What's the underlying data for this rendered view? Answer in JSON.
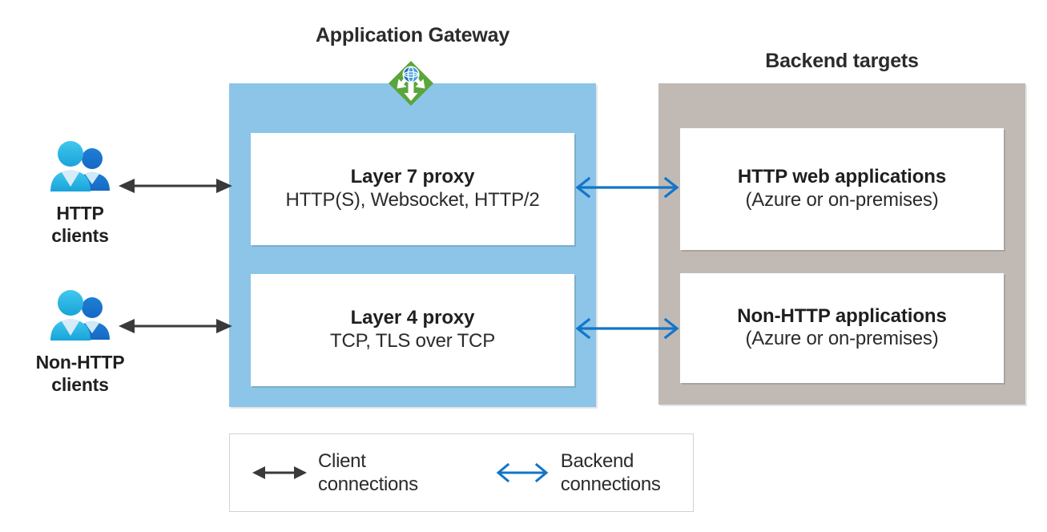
{
  "diagram": {
    "gateway": {
      "title": "Application Gateway",
      "icon": "application-gateway-icon",
      "panel_color": "#8cc5e7",
      "cards": [
        {
          "title": "Layer 7 proxy",
          "subtitle": "HTTP(S), Websocket, HTTP/2"
        },
        {
          "title": "Layer 4 proxy",
          "subtitle": "TCP, TLS over TCP"
        }
      ]
    },
    "backend": {
      "title": "Backend targets",
      "panel_color": "#c1bab4",
      "cards": [
        {
          "title": "HTTP web applications",
          "subtitle": "(Azure or on-premises)"
        },
        {
          "title": "Non-HTTP applications",
          "subtitle": "(Azure or on-premises)"
        }
      ]
    },
    "clients": [
      {
        "icon": "users-icon",
        "label_line1": "HTTP",
        "label_line2": "clients"
      },
      {
        "icon": "users-icon",
        "label_line1": "Non-HTTP",
        "label_line2": "clients"
      }
    ],
    "legend": {
      "entries": [
        {
          "icon": "double-arrow-black-icon",
          "label": "Client\nconnections",
          "color": "#3a3a3a"
        },
        {
          "icon": "double-arrow-blue-icon",
          "label": "Backend\nconnections",
          "color": "#1275c8"
        }
      ]
    },
    "colors": {
      "client_connection_arrow": "#3a3a3a",
      "backend_connection_arrow": "#1275c8",
      "gateway_panel": "#8cc5e7",
      "backend_panel": "#c1bab4",
      "card_background": "#ffffff",
      "text": "#2b2b2b",
      "icon_green": "#56a43a",
      "icon_blue": "#2f8ccc"
    }
  }
}
